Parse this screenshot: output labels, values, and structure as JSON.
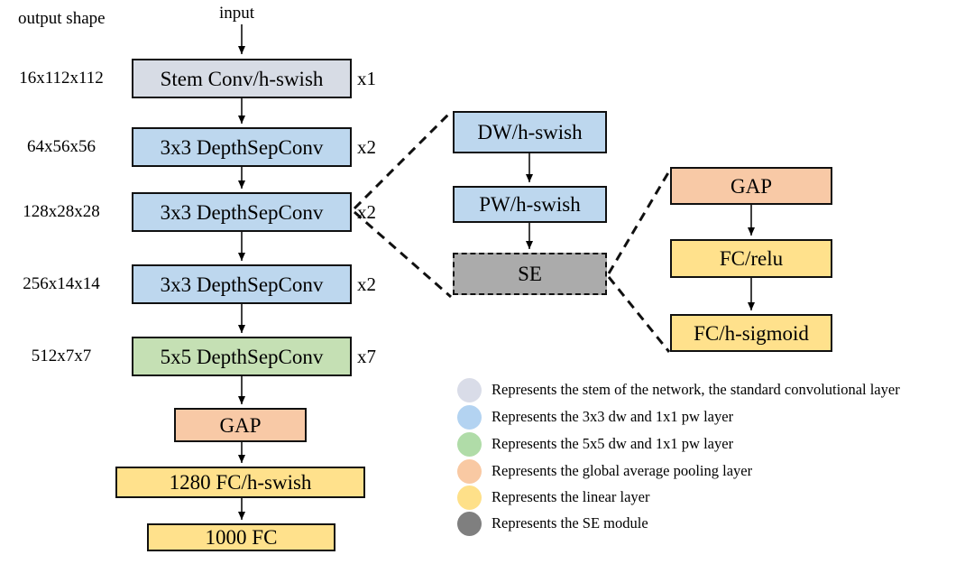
{
  "header": {
    "output_shape_label": "output shape",
    "input_label": "input"
  },
  "main_flow": {
    "rows": [
      {
        "shape": "16x112x112",
        "label": "Stem Conv/h-swish",
        "repeat": "x1",
        "fill": "#d7dce5"
      },
      {
        "shape": "64x56x56",
        "label": "3x3 DepthSepConv",
        "repeat": "x2",
        "fill": "#bdd7ee"
      },
      {
        "shape": "128x28x28",
        "label": "3x3 DepthSepConv",
        "repeat": "x2",
        "fill": "#bdd7ee"
      },
      {
        "shape": "256x14x14",
        "label": "3x3 DepthSepConv",
        "repeat": "x2",
        "fill": "#bdd7ee"
      },
      {
        "shape": "512x7x7",
        "label": "5x5 DepthSepConv",
        "repeat": "x7",
        "fill": "#c5e0b4"
      }
    ],
    "tail": [
      {
        "label": "GAP",
        "fill": "#f8c9a6"
      },
      {
        "label": "1280 FC/h-swish",
        "fill": "#ffe18c"
      },
      {
        "label": "1000 FC",
        "fill": "#ffe18c"
      }
    ]
  },
  "depthsep_detail": {
    "boxes": [
      {
        "label": "DW/h-swish",
        "fill": "#bdd7ee"
      },
      {
        "label": "PW/h-swish",
        "fill": "#bdd7ee"
      },
      {
        "label": "SE",
        "fill": "#ababab"
      }
    ]
  },
  "se_detail": {
    "boxes": [
      {
        "label": "GAP",
        "fill": "#f8c9a6"
      },
      {
        "label": "FC/relu",
        "fill": "#ffe18c"
      },
      {
        "label": "FC/h-sigmoid",
        "fill": "#ffe18c"
      }
    ]
  },
  "legend": {
    "items": [
      {
        "color": "#d9dce8",
        "text": "Represents the stem of the network, the standard convolutional layer"
      },
      {
        "color": "#b3d3f1",
        "text": "Represents the 3x3 dw and 1x1 pw layer"
      },
      {
        "color": "#b0dca8",
        "text": "Represents the 5x5 dw and 1x1 pw layer"
      },
      {
        "color": "#f9c9a3",
        "text": "Represents the global average pooling layer"
      },
      {
        "color": "#fee089",
        "text": "Represents the linear layer"
      },
      {
        "color": "#7f7f7f",
        "text": "Represents the SE module"
      }
    ]
  }
}
